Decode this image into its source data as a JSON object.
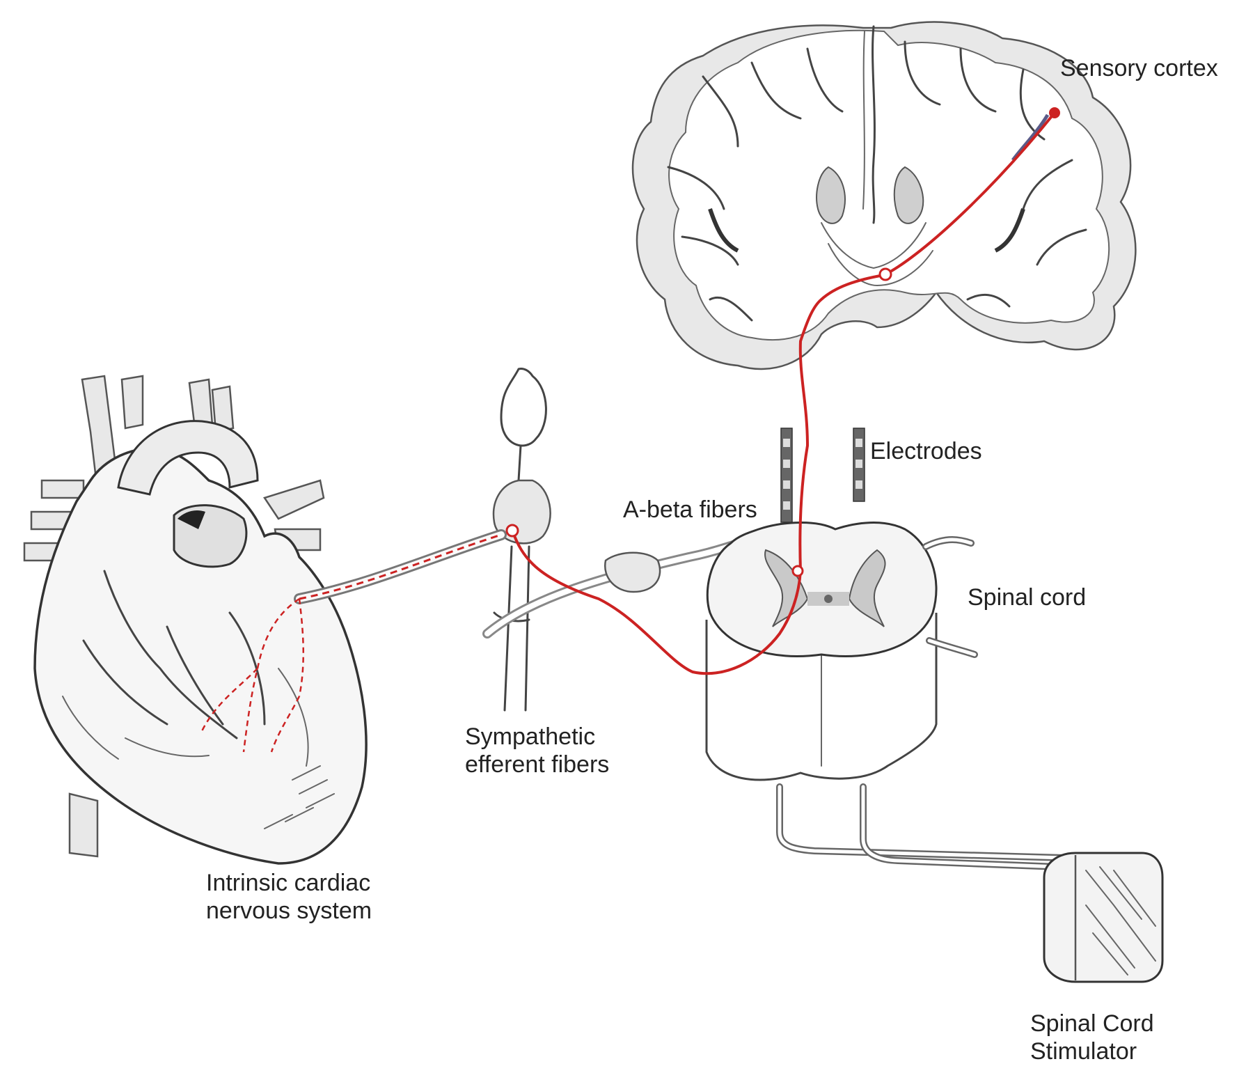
{
  "labels": {
    "sensory_cortex": "Sensory cortex",
    "electrodes": "Electrodes",
    "a_beta_fibers": "A-beta fibers",
    "spinal_cord": "Spinal cord",
    "sympathetic_line1": "Sympathetic",
    "sympathetic_line2": "efferent  fibers",
    "intrinsic_line1": "Intrinsic cardiac",
    "intrinsic_line2": "nervous system",
    "stimulator_line1": "Spinal Cord",
    "stimulator_line2": "Stimulator"
  },
  "colors": {
    "pathway": "#cc2222",
    "sketch": "#444444",
    "text": "#222222"
  }
}
